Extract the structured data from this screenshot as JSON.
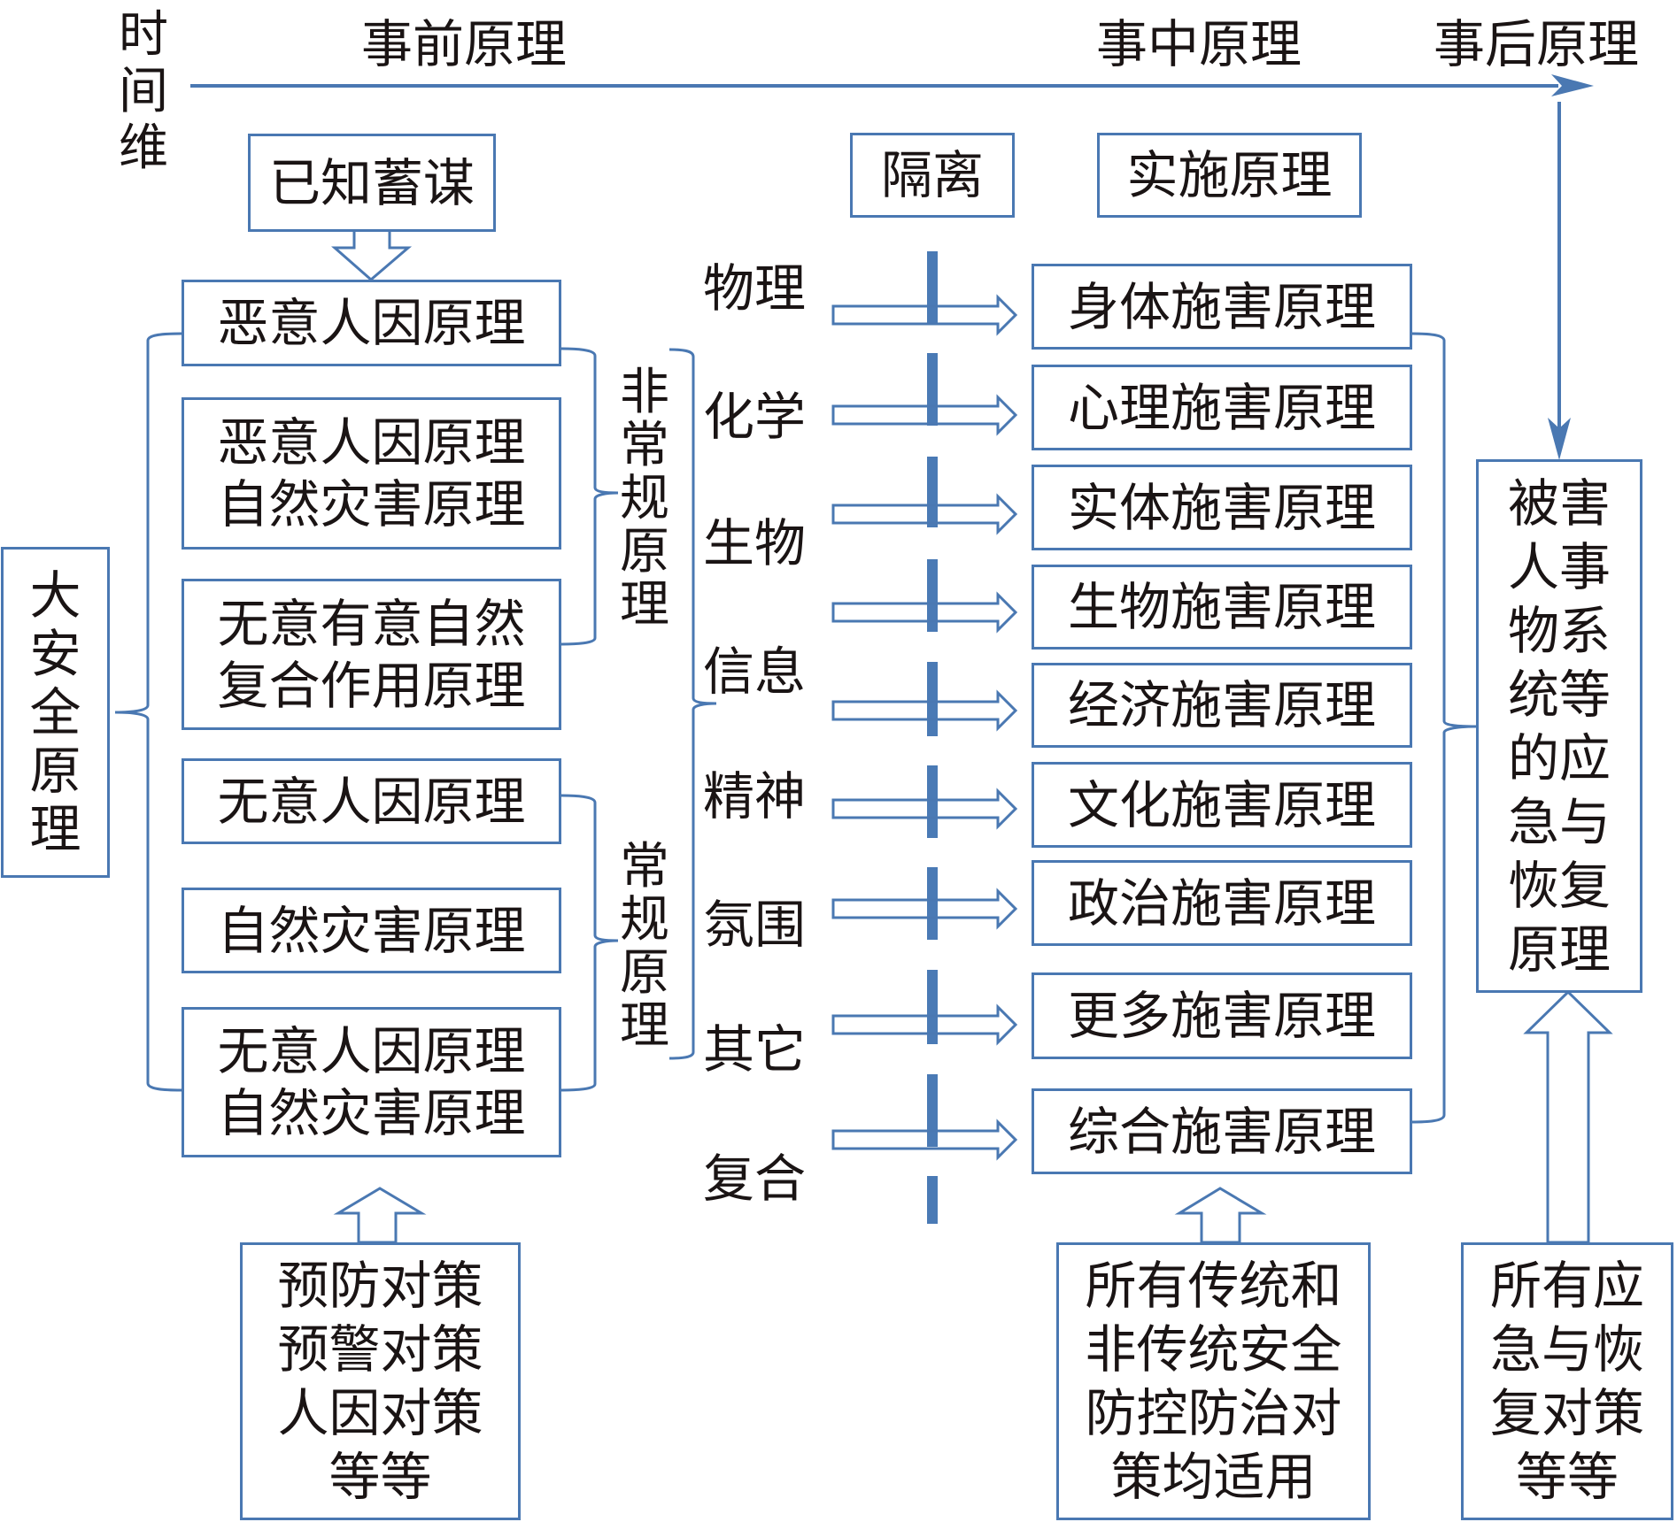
{
  "colors": {
    "line": "#4a78b2",
    "dash": "#4a7ab5",
    "text": "#1a1414"
  },
  "timeline": {
    "axis_label": "时间维",
    "phases": [
      "事前原理",
      "事中原理",
      "事后原理"
    ]
  },
  "top_boxes": {
    "premeditation": "已知蓄谋",
    "isolation": "隔离",
    "implementation": "实施原理"
  },
  "grand_safety": "大安全原理",
  "left_boxes": [
    "恶意人因原理",
    "恶意人因原理\n自然灾害原理",
    "无意有意自然\n复合作用原理",
    "无意人因原理",
    "自然灾害原理",
    "无意人因原理\n自然灾害原理"
  ],
  "groups": {
    "unconventional": "非常规原理",
    "conventional": "常规原理"
  },
  "categories": [
    "物理",
    "化学",
    "生物",
    "信息",
    "精神",
    "氛围",
    "其它",
    "复合"
  ],
  "harm_boxes": [
    "身体施害原理",
    "心理施害原理",
    "实体施害原理",
    "生物施害原理",
    "经济施害原理",
    "文化施害原理",
    "政治施害原理",
    "更多施害原理",
    "综合施害原理"
  ],
  "victim_box": "被害人事物系统等的应急与恢复原理",
  "bottom_boxes": {
    "prevention": "预防对策\n预警对策\n人因对策\n等等",
    "security": "所有传统和\n非传统安全\n防控防治对\n策均适用",
    "recovery": "所有应\n急与恢\n复对策\n等等"
  }
}
